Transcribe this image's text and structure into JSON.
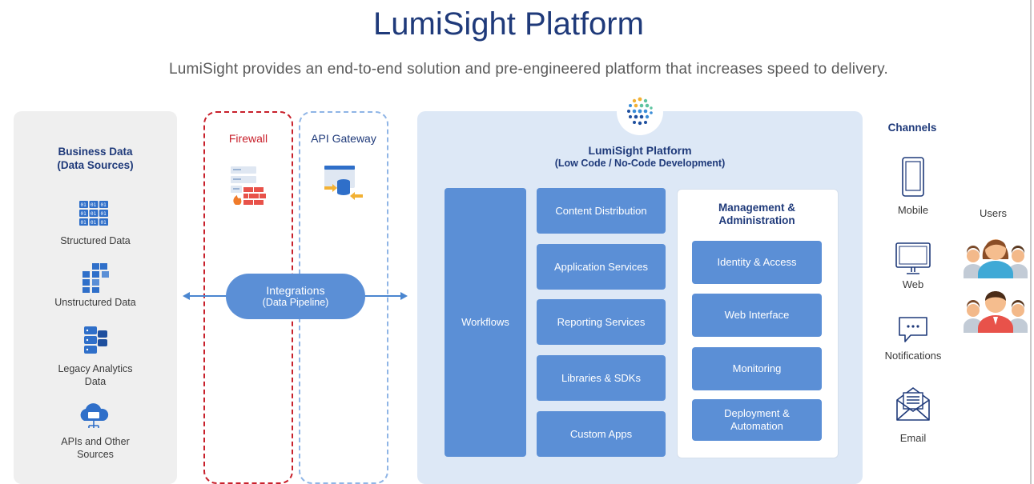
{
  "header": {
    "title": "LumiSight Platform",
    "subtitle": "LumiSight provides an end-to-end solution and pre-engineered platform that increases speed to delivery."
  },
  "sources": {
    "heading_line1": "Business Data",
    "heading_line2": "(Data Sources)",
    "items": [
      {
        "line1": "Structured Data",
        "line2": "",
        "icon": "binary-grid-icon"
      },
      {
        "line1": "Unstructured Data",
        "line2": "",
        "icon": "scattered-blocks-icon"
      },
      {
        "line1": "Legacy Analytics",
        "line2": "Data",
        "icon": "database-stack-icon"
      },
      {
        "line1": "APIs and Other",
        "line2": "Sources",
        "icon": "cloud-api-icon"
      }
    ]
  },
  "security": {
    "firewall": "Firewall",
    "gateway": "API Gateway"
  },
  "integration": {
    "line1": "Integrations",
    "line2": "(Data Pipeline)"
  },
  "platform": {
    "heading_line1": "LumiSight Platform",
    "heading_line2": "(Low Code / No-Code Development)",
    "workflows": "Workflows",
    "services": [
      "Content Distribution",
      "Application Services",
      "Reporting Services",
      "Libraries & SDKs",
      "Custom Apps"
    ],
    "management": {
      "heading_line1": "Management &",
      "heading_line2": "Administration",
      "items": [
        {
          "line1": "Identity & Access",
          "line2": ""
        },
        {
          "line1": "Web Interface",
          "line2": ""
        },
        {
          "line1": "Monitoring",
          "line2": ""
        },
        {
          "line1": "Deployment &",
          "line2": "Automation"
        }
      ]
    }
  },
  "channels": {
    "title": "Channels",
    "items": [
      {
        "label": "Mobile",
        "icon": "mobile-phone-icon"
      },
      {
        "label": "Web",
        "icon": "monitor-icon"
      },
      {
        "label": "Notifications",
        "icon": "chat-bubble-icon"
      },
      {
        "label": "Email",
        "icon": "envelope-icon"
      }
    ],
    "users": "Users"
  },
  "colors": {
    "title": "#1f3a7a",
    "service_fill": "#5b8fd6",
    "firewall": "#c8202b",
    "gateway_border": "#8fb5e6",
    "platform_bg": "#dde8f6",
    "sources_bg": "#efefef"
  }
}
